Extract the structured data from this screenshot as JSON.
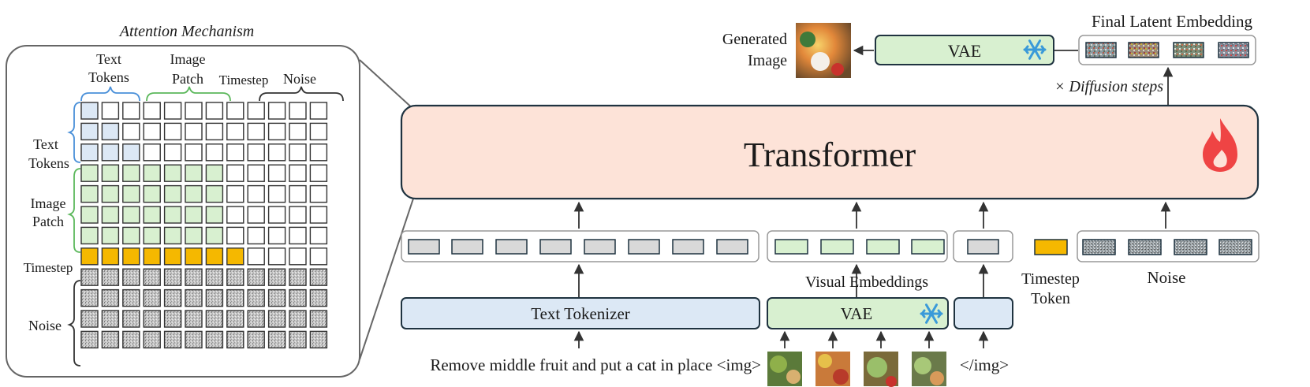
{
  "attention": {
    "title": "Attention Mechanism",
    "col_groups": {
      "text_tokens": [
        "Text",
        "Tokens"
      ],
      "image_patch": [
        "Image",
        "Patch"
      ],
      "timestep": "Timestep",
      "noise": "Noise"
    },
    "row_groups": {
      "text_tokens": [
        "Text",
        "Tokens"
      ],
      "image_patch": [
        "Image",
        "Patch"
      ],
      "timestep": "Timestep",
      "noise": "Noise"
    },
    "column_types": [
      "text",
      "text",
      "text",
      "image",
      "image",
      "image",
      "image",
      "timestep",
      "noise",
      "noise",
      "noise",
      "noise"
    ],
    "row_types": [
      "text",
      "text",
      "text",
      "image",
      "image",
      "image",
      "image",
      "timestep",
      "noise",
      "noise",
      "noise",
      "noise"
    ],
    "colors": {
      "text": "#dce8f5",
      "image": "#d8f0d0",
      "timestep": "#f5b800",
      "noise": "#c8c8c8",
      "empty": "#ffffff",
      "text_brace": "#4a90d9",
      "image_brace": "#5cb85c"
    }
  },
  "diagram": {
    "transformer_label": "Transformer",
    "fire_icon": "fire-icon",
    "snowflake_icon": "snowflake-icon",
    "vae_top_label": "VAE",
    "vae_bottom_label": "VAE",
    "generated_image_label": [
      "Generated",
      "Image"
    ],
    "final_latent_label": "Final Latent Embedding",
    "diffusion_steps_label": "× Diffusion steps",
    "text_tokenizer_label": "Text Tokenizer",
    "visual_embeddings_label": "Visual Embeddings",
    "timestep_token_label": [
      "Timestep",
      "Token"
    ],
    "noise_label": "Noise",
    "prompt_text": "Remove middle fruit and put a cat in place <img>",
    "end_img_tag": "</img>",
    "colors": {
      "transformer_fill": "#fde3d8",
      "tokenizer_fill": "#dce8f5",
      "vae_fill": "#d8f0d0",
      "token_gray": "#d9d9d9",
      "timestep_token": "#f5b800",
      "fire": "#ef4444",
      "snowflake": "#3a9ad9"
    }
  }
}
